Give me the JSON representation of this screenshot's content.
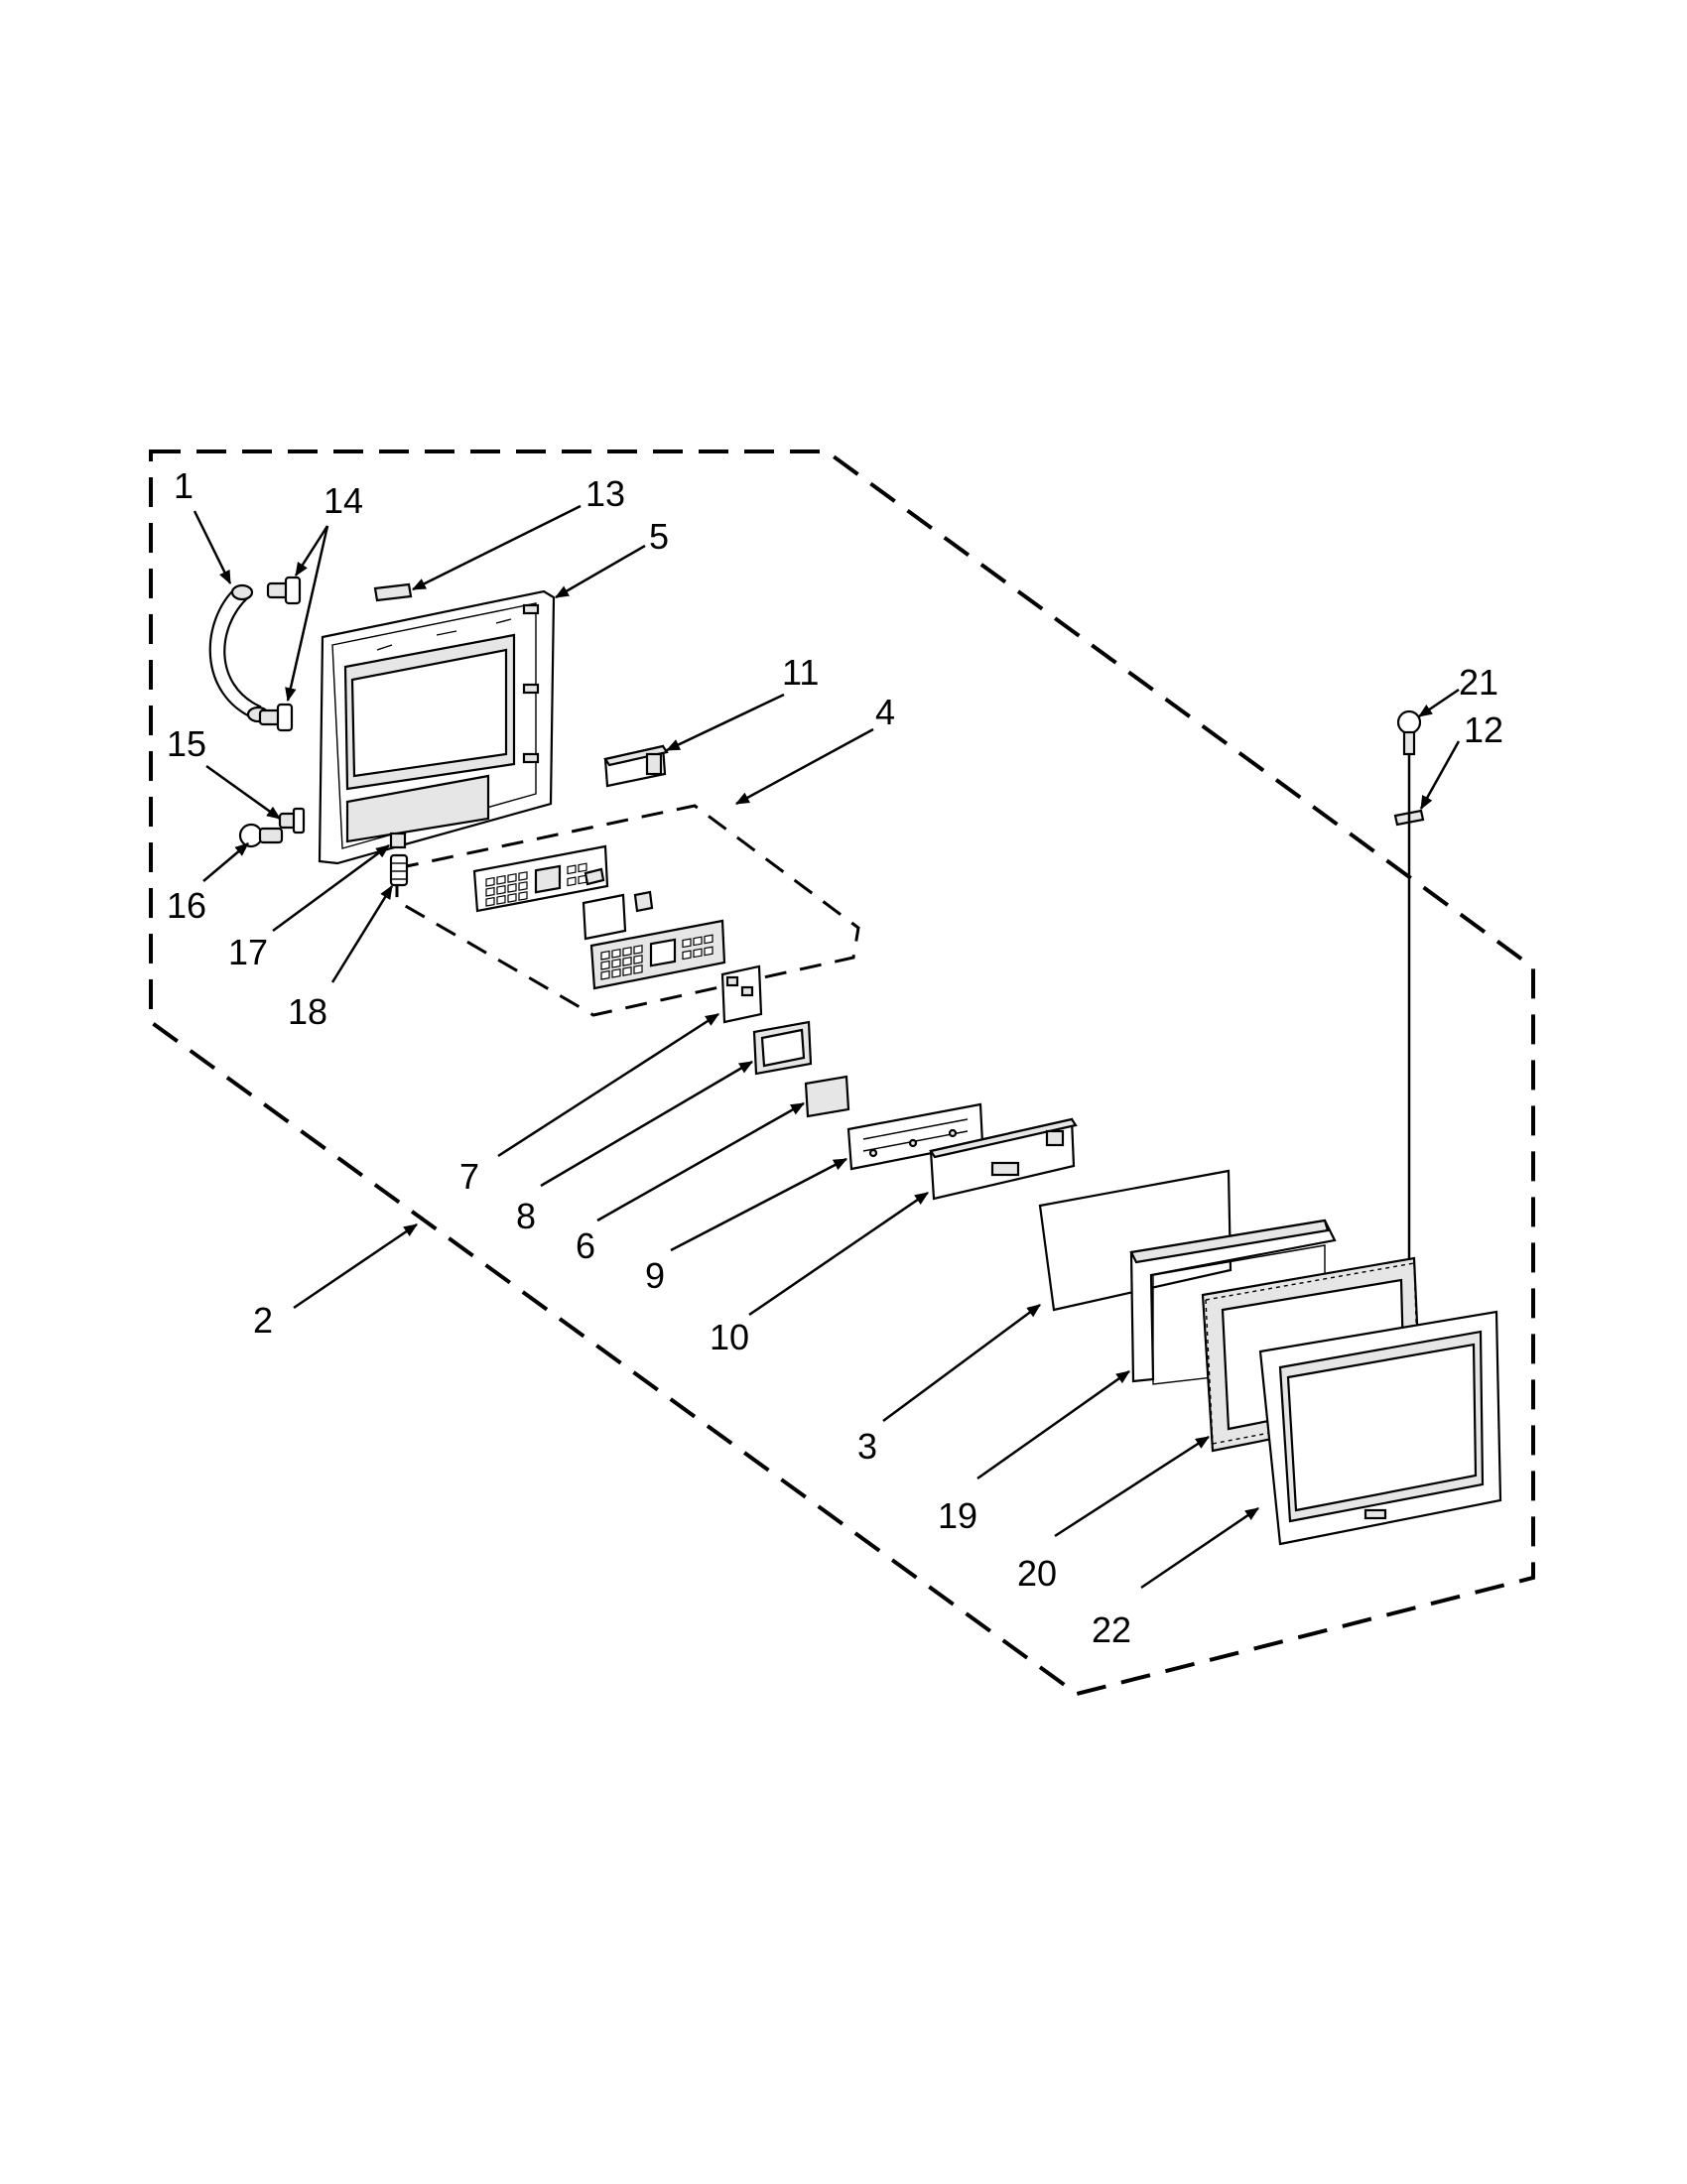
{
  "callouts": [
    {
      "id": "1",
      "label": "1"
    },
    {
      "id": "2",
      "label": "2"
    },
    {
      "id": "3",
      "label": "3"
    },
    {
      "id": "4",
      "label": "4"
    },
    {
      "id": "5",
      "label": "5"
    },
    {
      "id": "6",
      "label": "6"
    },
    {
      "id": "7",
      "label": "7"
    },
    {
      "id": "8",
      "label": "8"
    },
    {
      "id": "9",
      "label": "9"
    },
    {
      "id": "10",
      "label": "10"
    },
    {
      "id": "11",
      "label": "11"
    },
    {
      "id": "12",
      "label": "12"
    },
    {
      "id": "13",
      "label": "13"
    },
    {
      "id": "14",
      "label": "14"
    },
    {
      "id": "15",
      "label": "15"
    },
    {
      "id": "16",
      "label": "16"
    },
    {
      "id": "17",
      "label": "17"
    },
    {
      "id": "18",
      "label": "18"
    },
    {
      "id": "19",
      "label": "19"
    },
    {
      "id": "20",
      "label": "20"
    },
    {
      "id": "21",
      "label": "21"
    },
    {
      "id": "22",
      "label": "22"
    }
  ],
  "colors": {
    "ink": "#000000",
    "paper": "#ffffff",
    "shade": "#e6e6e6"
  }
}
